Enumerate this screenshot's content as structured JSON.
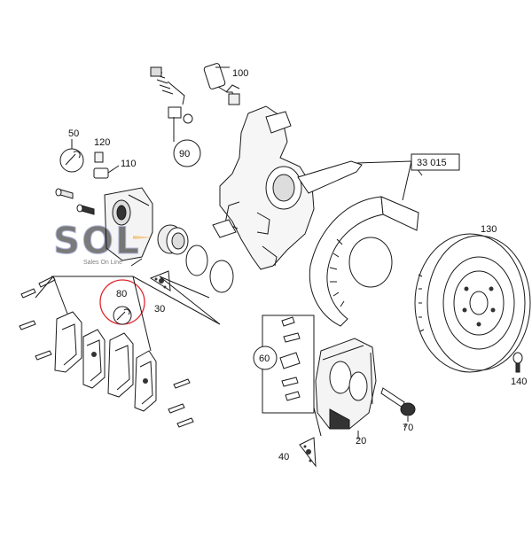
{
  "diagram": {
    "part_labels": {
      "p100": "100",
      "p90": "90",
      "p50": "50",
      "p120": "120",
      "p110": "110",
      "p33015": "33 015",
      "p130": "130",
      "p80": "80",
      "p30": "30",
      "p60": "60",
      "p140": "140",
      "p70": "70",
      "p20": "20",
      "p40": "40"
    },
    "watermark": {
      "logo_text": "SOL",
      "tagline": "Sales On Line"
    },
    "highlight_color": "#e0262f"
  }
}
